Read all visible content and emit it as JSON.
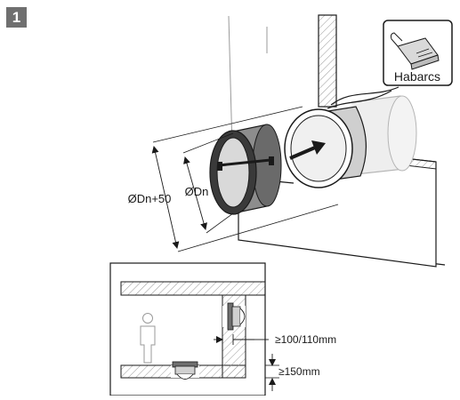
{
  "step": {
    "number": "1"
  },
  "callout": {
    "label": "Habarcs"
  },
  "dimensions": {
    "outer_diameter": "ØDn+50",
    "inner_diameter": "ØDn",
    "wall_distance": "≥100/110mm",
    "floor_distance": "≥150mm"
  },
  "icons": [
    "tube-of-plaster-icon",
    "airflow-arrow-icon",
    "person-icon"
  ],
  "colors": {
    "line": "#1a1a1a",
    "badge": "#6f6f6f",
    "hatch": "#9a9a9a",
    "damper": "#3a3a3a",
    "light_fill": "#e6e6e6"
  }
}
